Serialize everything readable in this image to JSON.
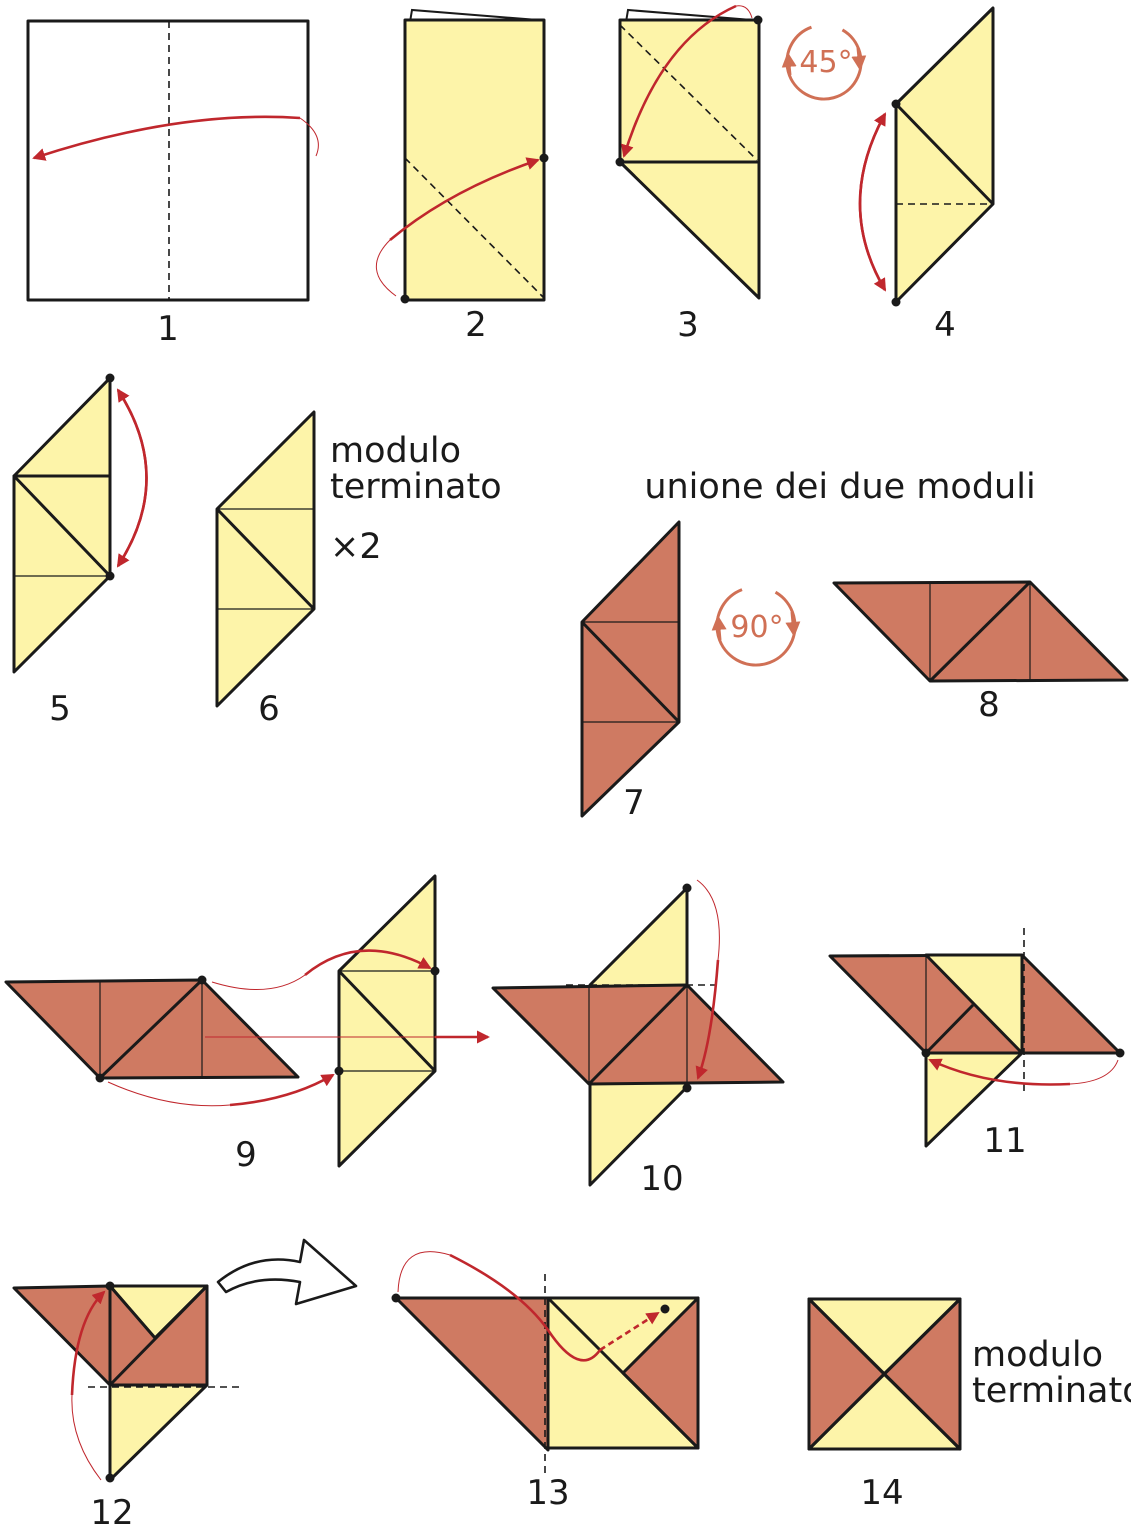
{
  "colors": {
    "paper_light": "#fdf4a9",
    "paper_dark": "#cf7a62",
    "arrow": "#c0272d",
    "rotate_symbol": "#d07055",
    "line": "#1a1a1a"
  },
  "steps": [
    "1",
    "2",
    "3",
    "4",
    "5",
    "6",
    "7",
    "8",
    "9",
    "10",
    "11",
    "12",
    "13",
    "14"
  ],
  "captions": {
    "module_done_line1": "modulo",
    "module_done_line2": "terminato",
    "times_two": "×2",
    "join_title": "unione dei due moduli"
  },
  "rotations": {
    "first": "45°",
    "second": "90°"
  },
  "icons": [
    "fold-arrow-icon",
    "rotate-icon",
    "turn-over-arrow-icon",
    "reference-dot-icon"
  ]
}
